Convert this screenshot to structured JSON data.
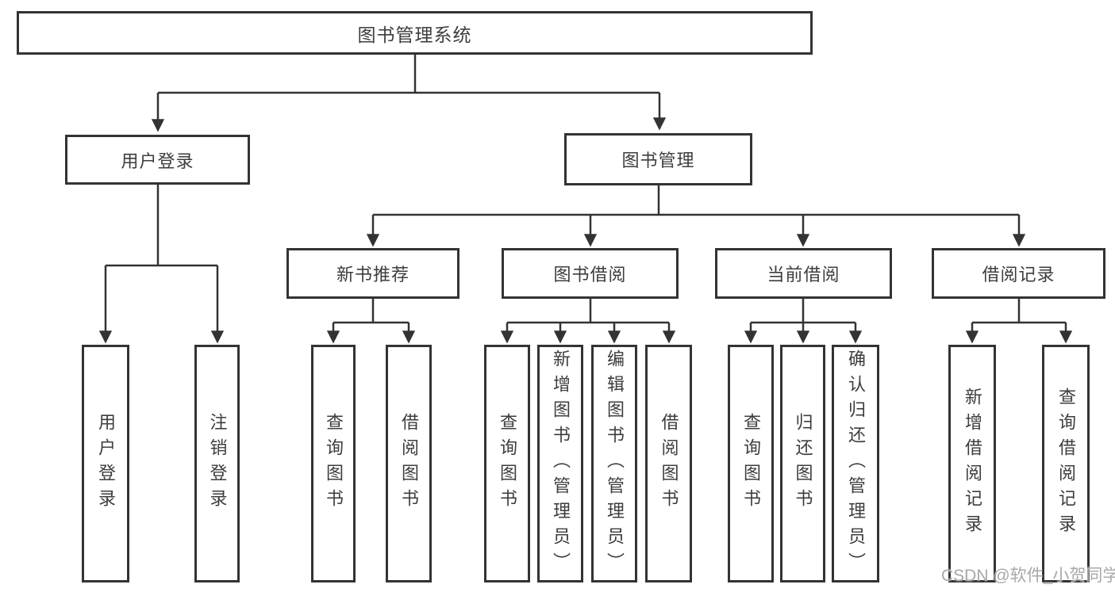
{
  "tree": {
    "root": "图书管理系统",
    "branches": [
      {
        "label": "用户登录",
        "children": [
          "用户登录",
          "注销登录"
        ]
      },
      {
        "label": "图书管理",
        "sections": [
          {
            "label": "新书推荐",
            "children": [
              "查询图书",
              "借阅图书"
            ]
          },
          {
            "label": "图书借阅",
            "children": [
              "查询图书",
              "新增图书（管理员）",
              "编辑图书（管理员）",
              "借阅图书"
            ]
          },
          {
            "label": "当前借阅",
            "children": [
              "查询图书",
              "归还图书",
              "确认归还（管理员）"
            ]
          },
          {
            "label": "借阅记录",
            "children": [
              "新增借阅记录",
              "查询借阅记录"
            ]
          }
        ]
      }
    ]
  },
  "watermark": "CSDN @软件_小贺同学",
  "colors": {
    "line": "#333333",
    "box_border": "#333333",
    "text": "#3d3d3d",
    "watermark": "#a8a8a8",
    "background": "#ffffff"
  }
}
